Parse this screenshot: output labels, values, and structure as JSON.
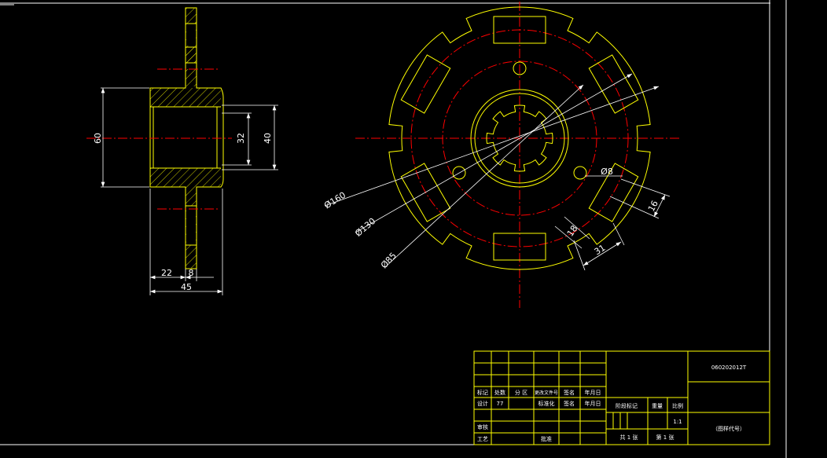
{
  "side_view": {
    "dims": {
      "d60": "60",
      "d32": "32",
      "d40": "40",
      "d22": "22",
      "d8": "8",
      "d45": "45"
    }
  },
  "front_view": {
    "dims": {
      "phi160": "Ø160",
      "phi130": "Ø130",
      "phi85": "Ø85",
      "phi8": "Ø8",
      "d16": "16",
      "d18": "18",
      "d31": "31"
    }
  },
  "title_block": {
    "drawing_no": "060202012T",
    "drawing_code_label": "（图样代号）",
    "row_headers": [
      "标记",
      "处数",
      "分 区",
      "更改文件号",
      "签名",
      "年月日"
    ],
    "design_label": "设计",
    "design_value": "77",
    "standardize_label": "标准化",
    "sign_label": "签名",
    "date_label": "年月日",
    "stage_label": "阶段标记",
    "weight_label": "重量",
    "scale_label": "比例",
    "scale_value": "1:1",
    "check_label": "审核",
    "process_label": "工艺",
    "approve_label": "批准",
    "sheets_total": "共 1 张",
    "sheet_no": "第 1 张"
  },
  "colors": {
    "outline": "#ffff00",
    "centerline": "#ff0000",
    "dimension": "#ffffff",
    "background": "#000000"
  }
}
